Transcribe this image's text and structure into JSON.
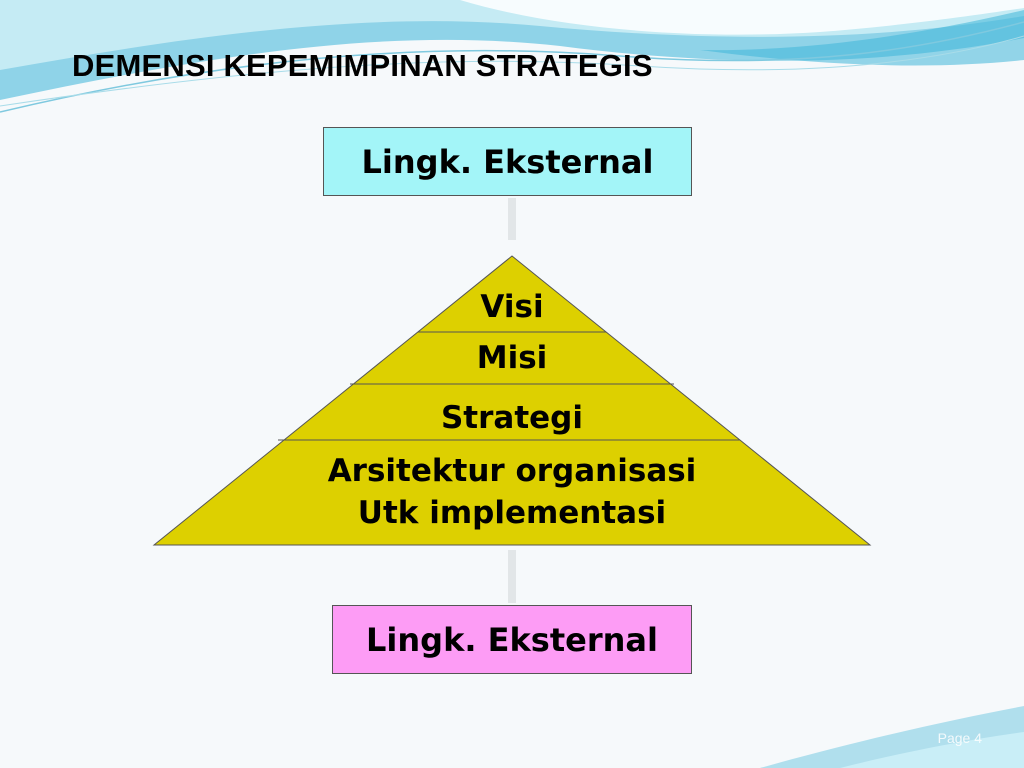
{
  "slide": {
    "title": "DEMENSI KEPEMIMPINAN STRATEGIS",
    "top_box": {
      "label": "Lingk. Eksternal",
      "color": "#a3f5f8"
    },
    "bottom_box": {
      "label": "Lingk. Eksternal",
      "color": "#fd9cf5"
    },
    "pyramid": {
      "color": "#ddd000",
      "levels": {
        "visi": "Visi",
        "misi": "Misi",
        "strategi": "Strategi",
        "arsitektur_line1": "Arsitektur organisasi",
        "arsitektur_line2": "Utk implementasi"
      }
    },
    "page_number": "Page 4"
  }
}
